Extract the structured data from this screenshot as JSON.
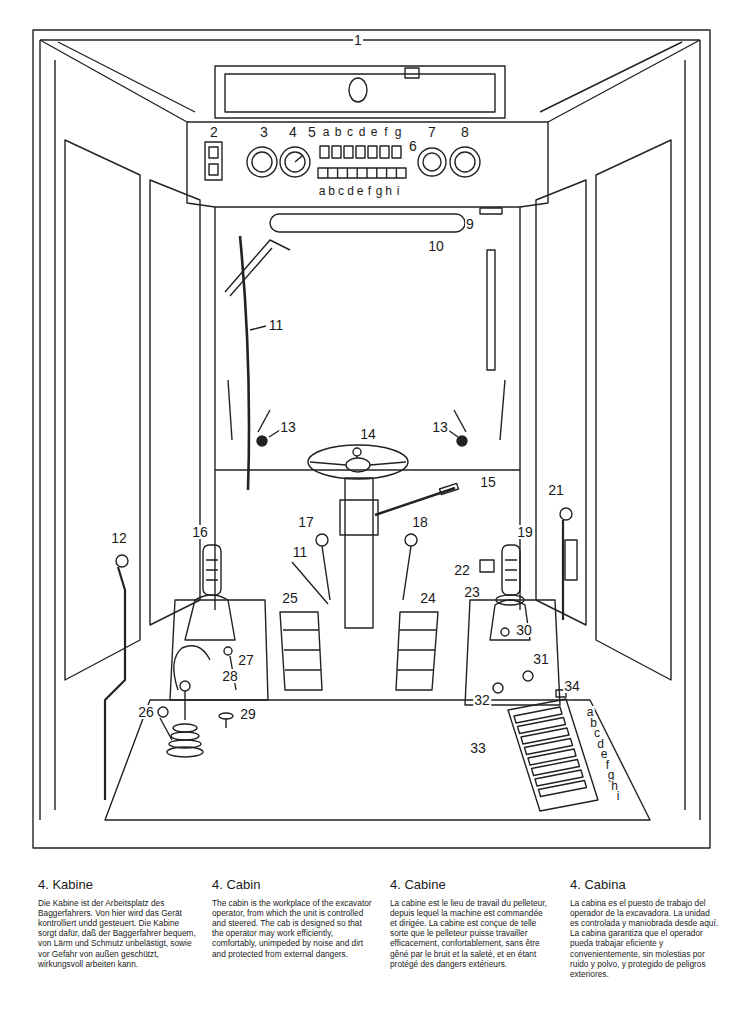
{
  "diagram": {
    "labels": [
      "1",
      "2",
      "3",
      "4",
      "5",
      "a",
      "b",
      "c",
      "d",
      "e",
      "f",
      "g",
      "6",
      "a",
      "b",
      "c",
      "d",
      "e",
      "f",
      "g",
      "h",
      "i",
      "7",
      "8",
      "9",
      "10",
      "11",
      "13",
      "13",
      "14",
      "15",
      "12",
      "16",
      "17",
      "18",
      "11",
      "21",
      "19",
      "22",
      "23",
      "25",
      "24",
      "30",
      "27",
      "28",
      "26",
      "29",
      "31",
      "34",
      "32",
      "33",
      "a",
      "b",
      "c",
      "d",
      "e",
      "f",
      "g",
      "h",
      "i",
      "4. Kabine",
      "Die Kabine ist der Arbeitsplatz des Baggerfahrers. Von hier wird das Gerät kontrolliert undd gesteuert. Die Kabine sorgt dafür, daß der Baggerfahrer bequem, von Lärm und Schmutz unbelästigt, sowie vor Gefahr von außen geschützt, wirkungsvoll arbeiten kann.",
      "4. Cabin",
      "The cabin is the workplace of the excavator operator, from which the unit is controlled and steered. The cab is designed so that the operator may work efficiently, comfortably, unimpeded by noise and dirt and protected from external dangers.",
      "4. Cabine",
      "La cabine est le lieu de travail du pelleteur, depuis lequel la machine est commandée et dirigée. La cabine est conçue de telle sorte que le pelleteur puisse travailler efficacement, confortablement, sans être gêné par le bruit et la saleté, et en étant protégé des dangers extérieurs.",
      "4. Cabina",
      "La cabina es el puesto de trabajo del operador de la excavadora. La unidad es controlada y maniobrada desde aquí. La cabina garantiza que el operador pueda trabajar eficiente y convenientemente, sin molestias por ruido y polvo, y protegido de peligros exteriores."
    ]
  }
}
